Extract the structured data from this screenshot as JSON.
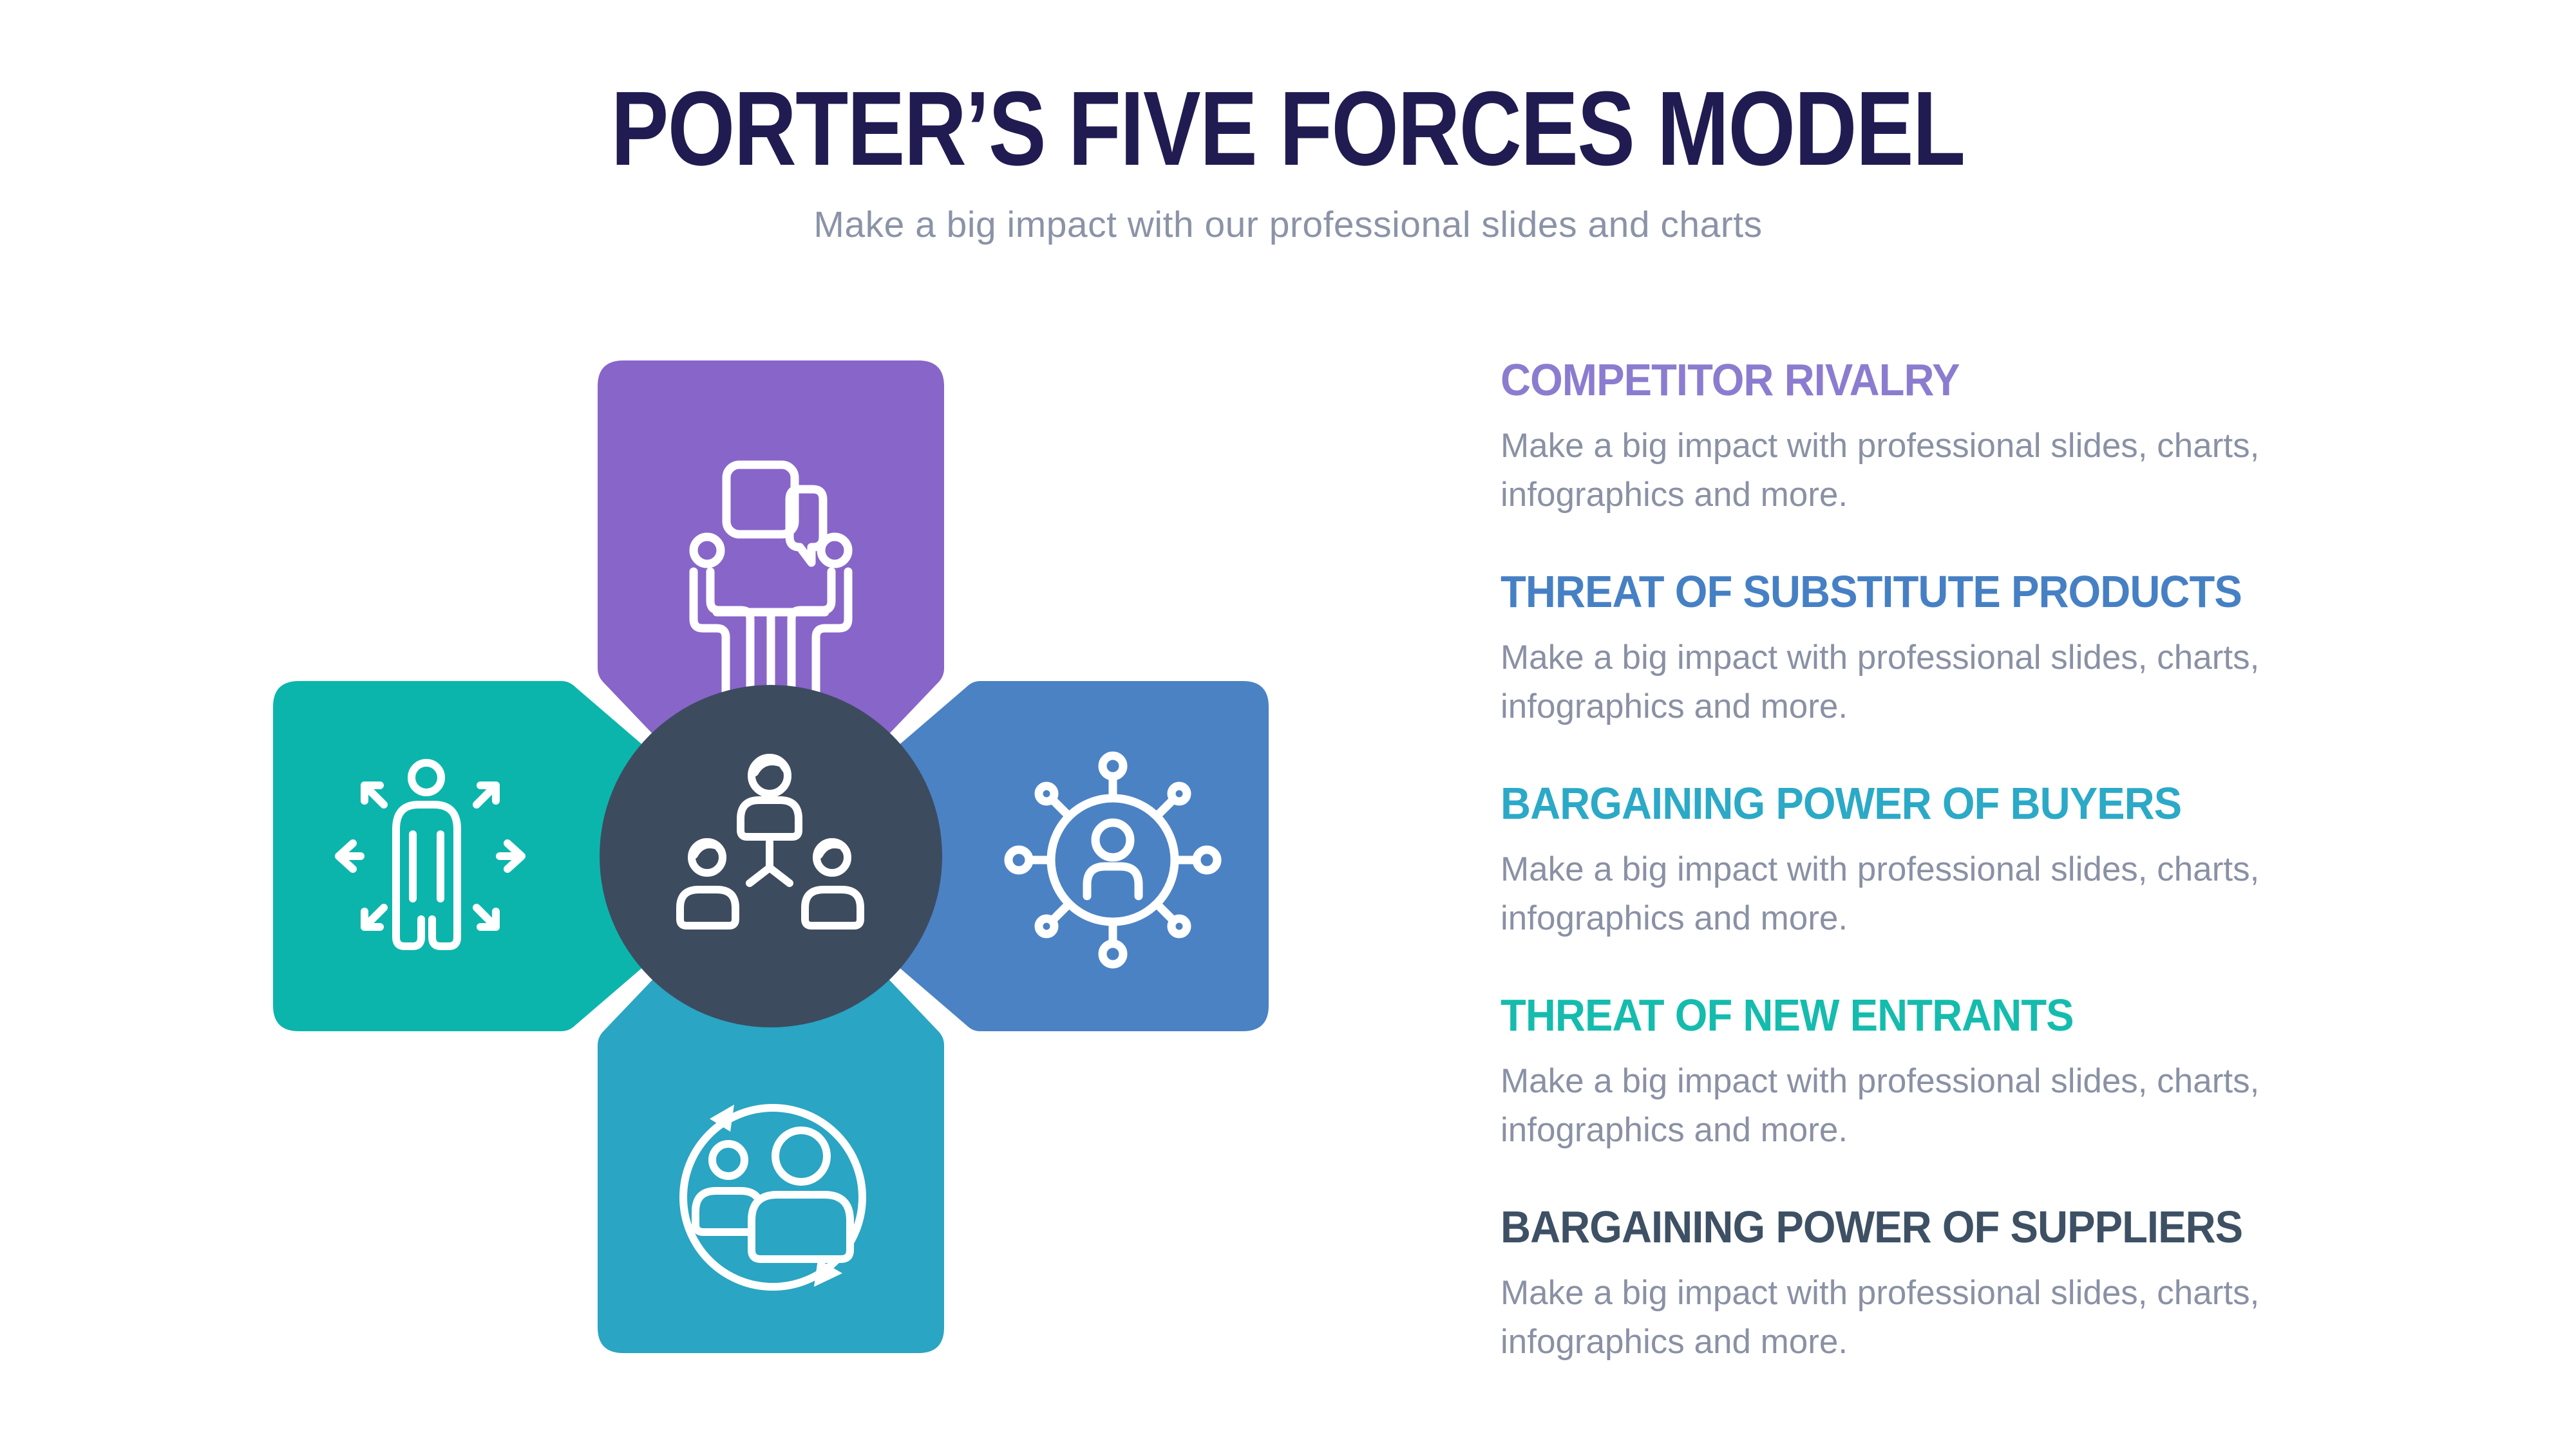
{
  "header": {
    "title": "PORTER’S FIVE FORCES MODEL",
    "subtitle": "Make a big impact with our professional slides and charts"
  },
  "forces": [
    {
      "heading": "COMPETITOR RIVALRY",
      "color": "#8C7CD0",
      "description": [
        "Make a big impact with professional slides, charts,",
        "infographics and more."
      ]
    },
    {
      "heading": "THREAT OF SUBSTITUTE PRODUCTS",
      "color": "#4680C4",
      "description": [
        "Make a big impact with professional slides, charts,",
        "infographics and more."
      ]
    },
    {
      "heading": "BARGAINING POWER OF BUYERS",
      "color": "#2BA9C7",
      "description": [
        "Make a big impact with professional slides, charts,",
        "infographics and more."
      ]
    },
    {
      "heading": "THREAT OF NEW ENTRANTS",
      "color": "#15BCAD",
      "description": [
        "Make a big impact with professional slides, charts,",
        "infographics and more."
      ]
    },
    {
      "heading": "BARGAINING POWER OF SUPPLIERS",
      "color": "#3E5064",
      "description": [
        "Make a big impact with professional slides, charts,",
        "infographics and more."
      ]
    }
  ],
  "diagram": {
    "center_icon": "org-chart-icon",
    "squares": [
      {
        "position": "top",
        "color": "#8865C9",
        "icon": "meeting-table-icon",
        "represents": "Competitor Rivalry"
      },
      {
        "position": "left",
        "color": "#0CB5AC",
        "icon": "person-arrows-icon",
        "represents": "Threat of New Entrants"
      },
      {
        "position": "right",
        "color": "#4B82C4",
        "icon": "person-network-icon",
        "represents": "Threat of Substitute Products"
      },
      {
        "position": "bottom",
        "color": "#2AA5C3",
        "icon": "people-cycle-icon",
        "represents": "Bargaining Power of Buyers"
      }
    ],
    "center_circle_color": "#3D4B5F",
    "icon_stroke_color": "#FFFFFF"
  },
  "colors": {
    "title": "#201C51",
    "subtitle": "#8B93A7",
    "body_text": "#8A91A5",
    "background": "#FFFFFF"
  }
}
